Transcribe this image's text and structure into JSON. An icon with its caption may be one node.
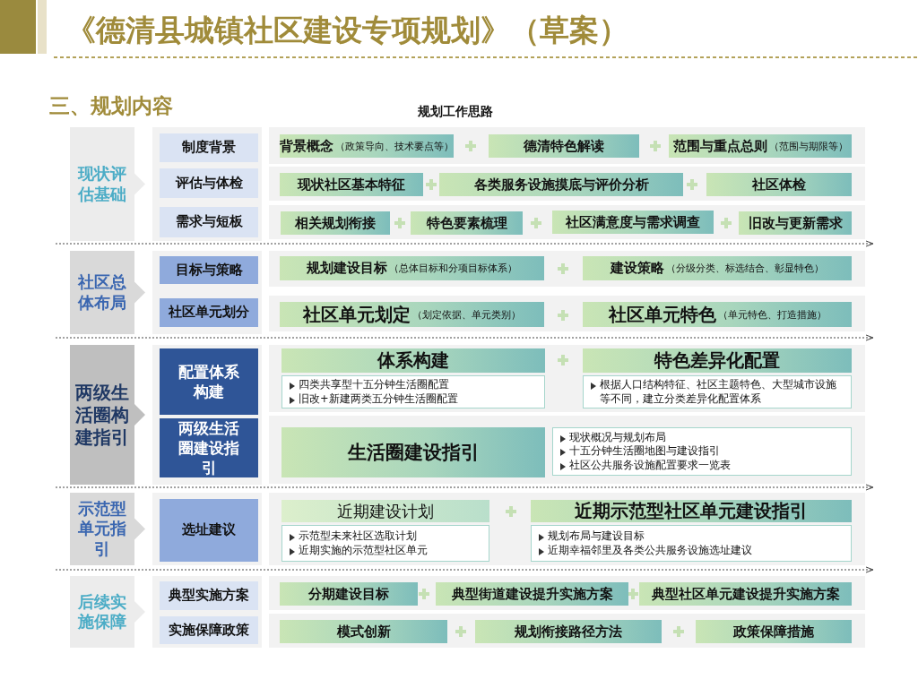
{
  "diagram": {
    "title": "《德清县城镇社区建设专项规划》（草案）",
    "nodes": [
      {
        "text": [
          "现状评估基础"
        ]
      },
      {
        "text": [
          "制度背景"
        ]
      },
      {
        "text": [
          "背景概念",
          "（政策导向、技术要点等）"
        ]
      },
      {
        "text": [
          "德清特色解读"
        ]
      },
      {
        "text": [
          "范围与重点总则",
          "（范围与期限等）"
        ]
      },
      {
        "text": [
          "评估与体检"
        ]
      },
      {
        "text": [
          "现状社区基本特征"
        ]
      },
      {
        "text": [
          "各类服务设施摸底与评价分析"
        ]
      },
      {
        "text": [
          "社区体检"
        ]
      },
      {
        "text": [
          "需求与短板"
        ]
      },
      {
        "text": [
          "相关规划衔接"
        ]
      },
      {
        "text": [
          "特色要素梳理"
        ]
      },
      {
        "text": [
          "社区满意度与需求调查"
        ]
      },
      {
        "text": [
          "旧改与更新需求"
        ]
      },
      {
        "text": [
          "社区总体布局"
        ]
      },
      {
        "text": [
          "目标与策略"
        ]
      },
      {
        "text": [
          "规划建设目标",
          "（总体目标和分项目标体系）"
        ]
      },
      {
        "text": [
          "建设策略",
          "（分级分类、标选结合、彰显特色）"
        ]
      },
      {
        "text": [
          "社区单元划分"
        ]
      },
      {
        "text": [
          "社区单元划定",
          "（划定依据、单元类别）"
        ]
      },
      {
        "text": [
          "社区单元特色",
          "（单元特色、打造措施）"
        ]
      },
      {
        "text": [
          "两级生活圈构建指引"
        ]
      },
      {
        "text": [
          "配置体系构建"
        ]
      },
      {
        "text": [
          "体系构建"
        ]
      },
      {
        "text": [
          "四类共享型十五分钟生活圈配置",
          "旧改+新建两类五分钟生活圈配置"
        ]
      },
      {
        "text": [
          "特色差异化配置"
        ]
      },
      {
        "text": [
          "根据人口结构特征、社区主题特色、大型城市设施等不同，建立分类差异化配置体系"
        ]
      },
      {
        "text": [
          "两级生活圈建设指引"
        ]
      },
      {
        "text": [
          "生活圈建设指引"
        ]
      },
      {
        "text": [
          "现状概况与规划布局",
          "十五分钟生活圈地图与建设指引",
          "社区公共服务设施配置要求一览表"
        ]
      },
      {
        "text": [
          "示范型单元指引"
        ]
      },
      {
        "text": [
          "选址建议"
        ]
      },
      {
        "text": [
          "近期建设计划"
        ]
      },
      {
        "text": [
          "示范型未来社区选取计划",
          "近期实施的示范型社区单元"
        ]
      },
      {
        "text": [
          "近期示范型社区单元建设指引"
        ]
      },
      {
        "text": [
          "规划布局与建设目标",
          "近期幸福邻里及各类公共服务设施选址建议"
        ]
      },
      {
        "text": [
          "后续实施保障"
        ]
      },
      {
        "text": [
          "典型实施方案"
        ]
      },
      {
        "text": [
          "分期建设目标"
        ]
      },
      {
        "text": [
          "典型街道建设提升实施方案"
        ]
      },
      {
        "text": [
          "典型社区单元建设提升实施方案"
        ]
      },
      {
        "text": [
          "实施保障政策"
        ]
      },
      {
        "text": [
          "模式创新"
        ]
      },
      {
        "text": [
          "规划衔接路径方法"
        ]
      },
      {
        "text": [
          "政策保障措施"
        ]
      }
    ],
    "labels": [
      "三、规划内容",
      "规划工作思路"
    ]
  }
}
